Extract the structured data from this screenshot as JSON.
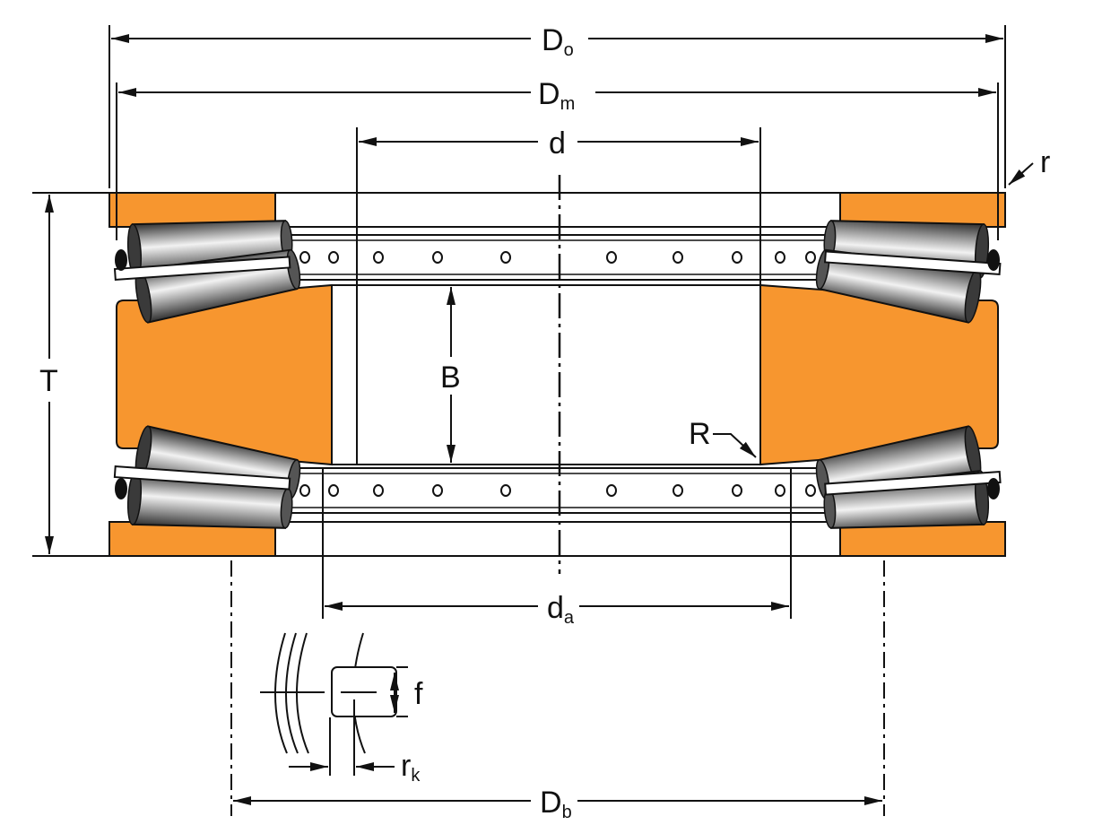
{
  "labels": {
    "Do": {
      "main": "D",
      "sub": "o"
    },
    "Dm": {
      "main": "D",
      "sub": "m"
    },
    "d": {
      "main": "d"
    },
    "r": {
      "main": "r"
    },
    "T": {
      "main": "T"
    },
    "B": {
      "main": "B"
    },
    "R": {
      "main": "R"
    },
    "da": {
      "main": "d",
      "sub": "a"
    },
    "f": {
      "main": "f"
    },
    "rk": {
      "main": "r",
      "sub": "k"
    },
    "Db": {
      "main": "D",
      "sub": "b"
    }
  },
  "colors": {
    "race": "#f7962f",
    "line": "#111111",
    "roller_dark": "#3a3a3a",
    "roller_light": "#e6e6e6",
    "seal": "#111111"
  }
}
